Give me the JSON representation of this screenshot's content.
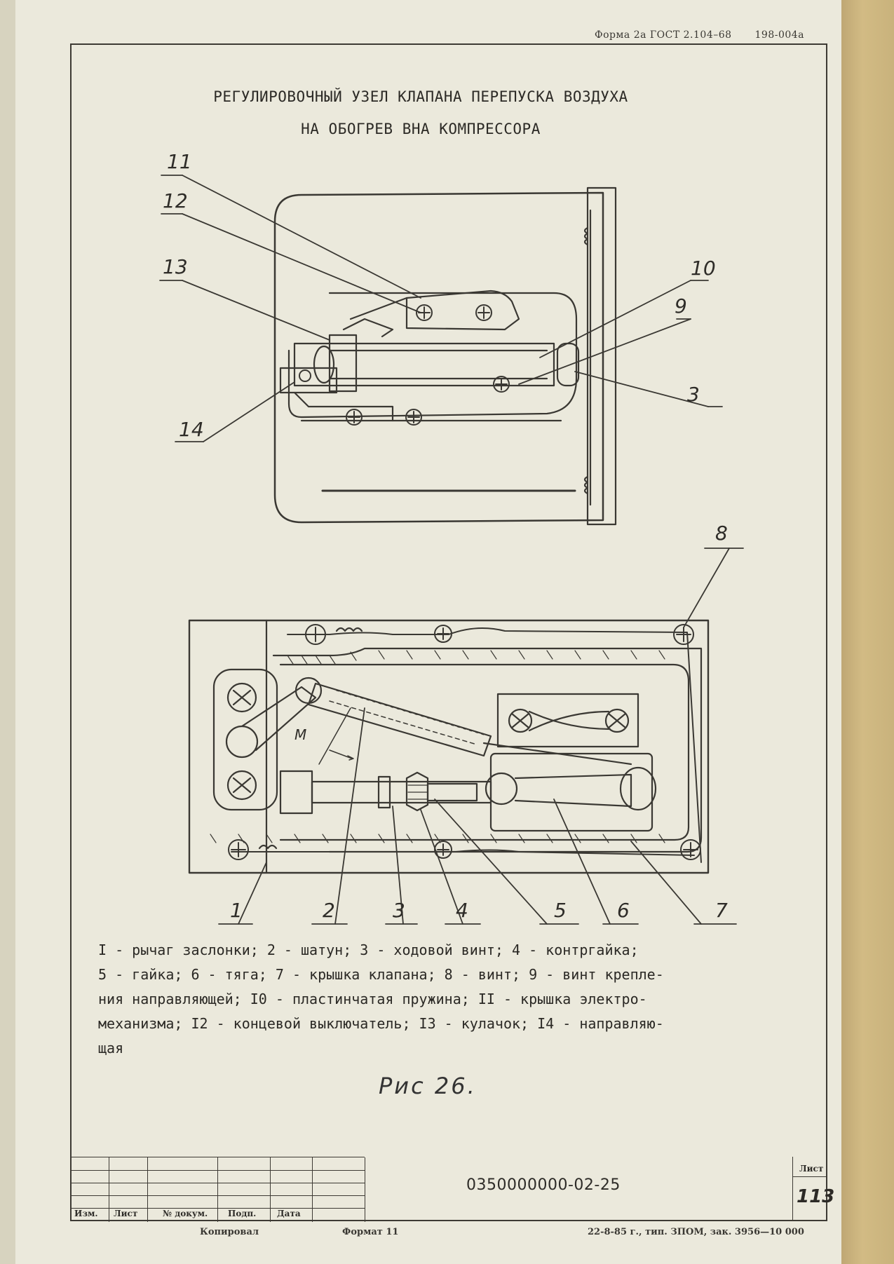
{
  "header": {
    "form": "Форма 2а ГОСТ 2.104–68",
    "code": "198-004а"
  },
  "title": {
    "line1": "РЕГУЛИРОВОЧНЫЙ УЗЕЛ КЛАПАНА ПЕРЕПУСКА ВОЗДУХА",
    "line2": "НА ОБОГРЕВ ВНА КОМПРЕССОРА"
  },
  "callouts_top": [
    "11",
    "12",
    "13",
    "14",
    "10",
    "9",
    "3"
  ],
  "callouts_bottom": [
    "8",
    "1",
    "2",
    "3",
    "4",
    "5",
    "6",
    "7"
  ],
  "dimension_label": "M",
  "caption": {
    "line1": "I - рычаг заслонки; 2 - шатун; 3 - ходовой винт; 4 - контргайка;",
    "line2": "5 - гайка; 6 - тяга; 7 - крышка клапана; 8 - винт; 9 - винт крепле-",
    "line3": "ния направляющей;  I0 - пластинчатая пружина; II - крышка электро-",
    "line4": "механизма; I2 - концевой выключатель; I3 - кулачок; I4 - направляю-",
    "line5": "щая"
  },
  "figure_label": "Рис 26.",
  "stamp": {
    "columns": [
      "Изм.",
      "Лист",
      "№ докум.",
      "Подп.",
      "Дата"
    ],
    "document_number": "0350000000-02-25",
    "sheet_label": "Лист",
    "sheet_number": "113"
  },
  "footer": {
    "left": "Копировал",
    "middle": "Формат 11",
    "right": "22-8-85 г., тип. ЗПОМ, зак. 3956—10 000"
  }
}
